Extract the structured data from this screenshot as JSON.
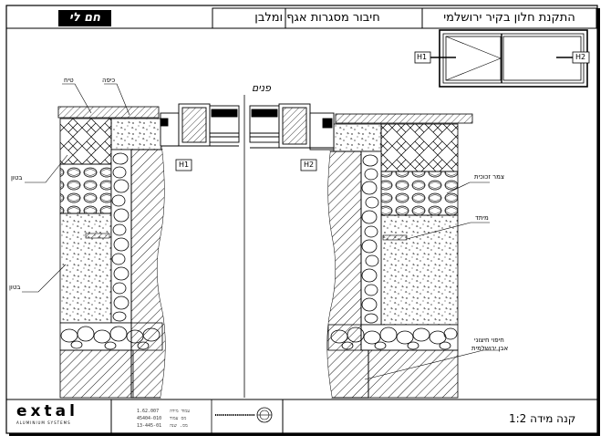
{
  "header": {
    "title": "התקנת חלון בקיר ירושלמי",
    "subtitle": "חיבור מסגרות אגף ומלבן",
    "product": "חם לי"
  },
  "labels": {
    "interior": "פנים",
    "h1": "H1",
    "h2": "H2",
    "plaster": "טיח",
    "sill": "כיפה",
    "concrete": "בטון",
    "concrete_lower": "בטון",
    "insulation": "צמר זכוכית",
    "sealant": "מיתד",
    "stone_cladding_line1": "חיפוי חיצוני",
    "stone_cladding_line2": "אבן ירושלמית"
  },
  "titleblock": {
    "brand": "extal",
    "brand_tagline": "ALUMINIUM SYSTEMS",
    "row1_label": "עמוד מידה",
    "row1_value": "1.62.007",
    "row2_label": "מס עמוד",
    "row2_value": "45404-010",
    "row3_label": "מס. שנה",
    "row3_value": "13-445-01",
    "scale": "קנה מידה 1:2"
  }
}
